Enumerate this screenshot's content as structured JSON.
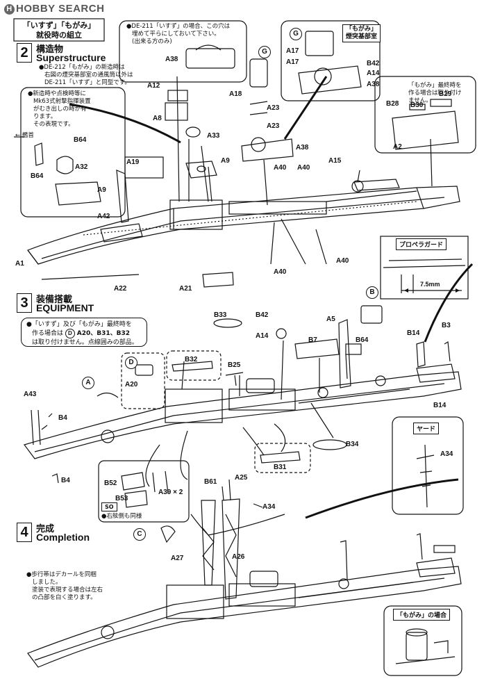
{
  "logo": {
    "circle": "H",
    "text": "HOBBY SEARCH"
  },
  "header": {
    "line1": "「いすず」「もがみ」",
    "line2": "就役時の組立"
  },
  "steps": [
    {
      "num": "2",
      "jp": "構造物",
      "en": "Superstructure"
    },
    {
      "num": "3",
      "jp": "装備搭載",
      "en": "EQUIPMENT"
    },
    {
      "num": "4",
      "jp": "完成",
      "en": "Completion"
    }
  ],
  "notes": {
    "de212_l1": "●DE-212「もがみ」の新造時は",
    "de212_l2": "右図の煙突基部室の通風筒以外は",
    "de212_l3": "DE-211「いすず」と同型です。",
    "de211_l1": "●DE-211「いすず」の場合、この穴は",
    "de211_l2": "埋めて平らにしておいて下さい。",
    "de211_l3": "(出来る方のみ)",
    "mk63_l1": "●新造時や点検時等に",
    "mk63_l2": "Mk63式射撃指揮装置",
    "mk63_l3": "がむき出しの時が有",
    "mk63_l4": "ります。",
    "mk63_l5": "その表現です。",
    "bow_label": "← 艦首",
    "mogami_fit_l1": "「もがみ」最終時を",
    "mogami_fit_l2": "作る場合は取り付け",
    "mogami_fit_l3": "ません。",
    "funnel_room_l1": "「もがみ」",
    "funnel_room_l2": "煙突基部室",
    "equip_l1": "●「いすず」及び「もがみ」最終時を",
    "equip_l2a": "作る場合は",
    "equip_l2b": "A20、B31、B32",
    "equip_l3": "は取り付けません。点線囲みの部品。",
    "starboard": "●右舷側も同様",
    "walkway_l1": "●歩行帯はデカールを同梱",
    "walkway_l2": "しました。",
    "walkway_l3": "塗装で表現する場合は左右",
    "walkway_l4": "の凸部を白く塗ります。"
  },
  "insets": {
    "propeller_guard": "プロペラガード",
    "dimension": "7.5mm",
    "yard": "ヤード",
    "mogami_case": "「もがみ」の場合",
    "so_badge": "SO",
    "multiplier": "A39 × 2"
  },
  "circled_letters": [
    "G",
    "G",
    "B",
    "D",
    "D",
    "A",
    "C"
  ],
  "part_labels": {
    "A38_top": "A38",
    "A12": "A12",
    "A8": "A8",
    "A33": "A33",
    "A18": "A18",
    "A23a": "A23",
    "A23b": "A23",
    "A38_mid": "A38",
    "A17a": "A17",
    "A17b": "A17",
    "B42_top": "B42",
    "A14_top": "A14",
    "A38_right": "A38",
    "B30": "B30",
    "B28": "B28",
    "B29": "B29",
    "A2": "A2",
    "B64_s2": "B64",
    "A32": "A32",
    "B64_s2b": "B64",
    "A9_left": "A9",
    "A19": "A19",
    "A42": "A42",
    "A9_mid": "A9",
    "A40a": "A40",
    "A40b": "A40",
    "A15": "A15",
    "A1": "A1",
    "A22": "A22",
    "A21": "A21",
    "A40c": "A40",
    "A40d": "A40",
    "B33": "B33",
    "B42_s3": "B42",
    "A5": "A5",
    "B3": "B3",
    "A14_s3": "A14",
    "B7": "B7",
    "B64_s3": "B64",
    "B14a": "B14",
    "B14b": "B14",
    "B32": "B32",
    "B25": "B25",
    "A20": "A20",
    "A43": "A43",
    "B4a": "B4",
    "B4b": "B4",
    "B34": "B34",
    "B31": "B31",
    "A34_yard": "A34",
    "B52": "B52",
    "B53": "B53",
    "B61": "B61",
    "A25": "A25",
    "A34_s4": "A34",
    "A27": "A27",
    "A26": "A26"
  }
}
